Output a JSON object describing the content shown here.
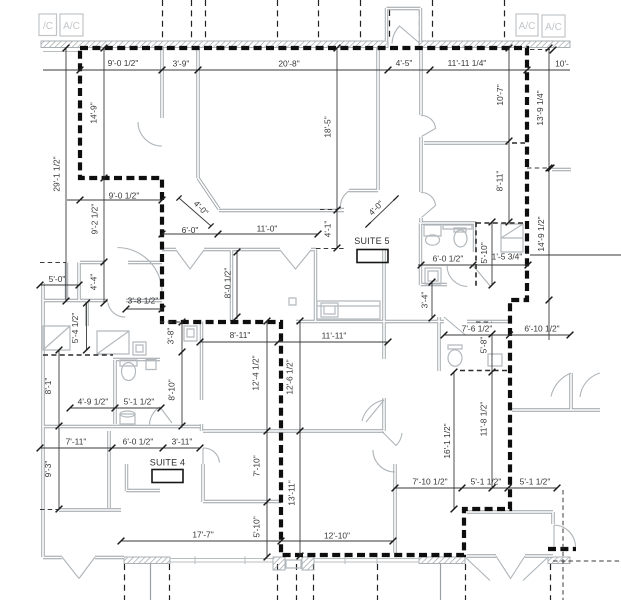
{
  "drawing": {
    "type": "architectural floor plan (lease outline drawing)",
    "suites": [
      {
        "label": "SUITE 5"
      },
      {
        "label": "SUITE 4"
      }
    ],
    "rooftop_units": [
      {
        "label": "/C"
      },
      {
        "label": "A/C"
      },
      {
        "label": "A/C"
      },
      {
        "label": "A/C"
      }
    ]
  },
  "colors": {
    "background": "#ffffff",
    "wall_gray": "#9aa1a6",
    "fixture_gray": "#b3b9bd",
    "boundary_black": "#101010",
    "dimension_dark": "#3a3a3a",
    "muted_gray": "#c3c6c9"
  },
  "dims_horizontal": [
    {
      "text": "9'-0 1/2\""
    },
    {
      "text": "3'-9\""
    },
    {
      "text": "20'-8\""
    },
    {
      "text": "4'-5\""
    },
    {
      "text": "11'-11 1/4\""
    },
    {
      "text": "10'-"
    },
    {
      "text": "9'-0 1/2\""
    },
    {
      "text": "6'-0\""
    },
    {
      "text": "11'-0\""
    },
    {
      "text": "6'-0 1/2\""
    },
    {
      "text": "1'-5 3/4\""
    },
    {
      "text": "5'-0\""
    },
    {
      "text": "3'-8 1/2\""
    },
    {
      "text": "8'-11\""
    },
    {
      "text": "11'-11\""
    },
    {
      "text": "7'-6 1/2\""
    },
    {
      "text": "6'-10 1/2\""
    },
    {
      "text": "4'-9 1/2\""
    },
    {
      "text": "5'-1 1/2\""
    },
    {
      "text": "7'-11\""
    },
    {
      "text": "6'-0 1/2\""
    },
    {
      "text": "3'-11\""
    },
    {
      "text": "7'-10 1/2\""
    },
    {
      "text": "5'-1 1/2\""
    },
    {
      "text": "5'-1 1/2\""
    },
    {
      "text": "17'-7\""
    },
    {
      "text": "12'-10\""
    }
  ],
  "dims_vertical": [
    {
      "text": "29'-1 1/2\""
    },
    {
      "text": "14'-9\""
    },
    {
      "text": "9'-2 1/2\""
    },
    {
      "text": "4'-4\""
    },
    {
      "text": "18'-5\""
    },
    {
      "text": "4'-1\""
    },
    {
      "text": "10'-7\""
    },
    {
      "text": "13'-9 1/4\""
    },
    {
      "text": "8'-11\""
    },
    {
      "text": "14'-9 1/2\""
    },
    {
      "text": "8'-0 1/2\""
    },
    {
      "text": "5'-10\""
    },
    {
      "text": "3'-4\""
    },
    {
      "text": "5'-4 1/2\""
    },
    {
      "text": "3'-8\""
    },
    {
      "text": "8'-10\""
    },
    {
      "text": "12'-4 1/2\""
    },
    {
      "text": "12'-6 1/2\""
    },
    {
      "text": "8'-1\""
    },
    {
      "text": "5'-8\""
    },
    {
      "text": "16'-1 1/2\""
    },
    {
      "text": "11'-8 1/2\""
    },
    {
      "text": "9'-3\""
    },
    {
      "text": "7'-10\""
    },
    {
      "text": "13'-11\""
    },
    {
      "text": "5'-10\""
    }
  ],
  "dims_diagonal": [
    {
      "text": "4'-0\""
    },
    {
      "text": "4'-0\""
    }
  ]
}
